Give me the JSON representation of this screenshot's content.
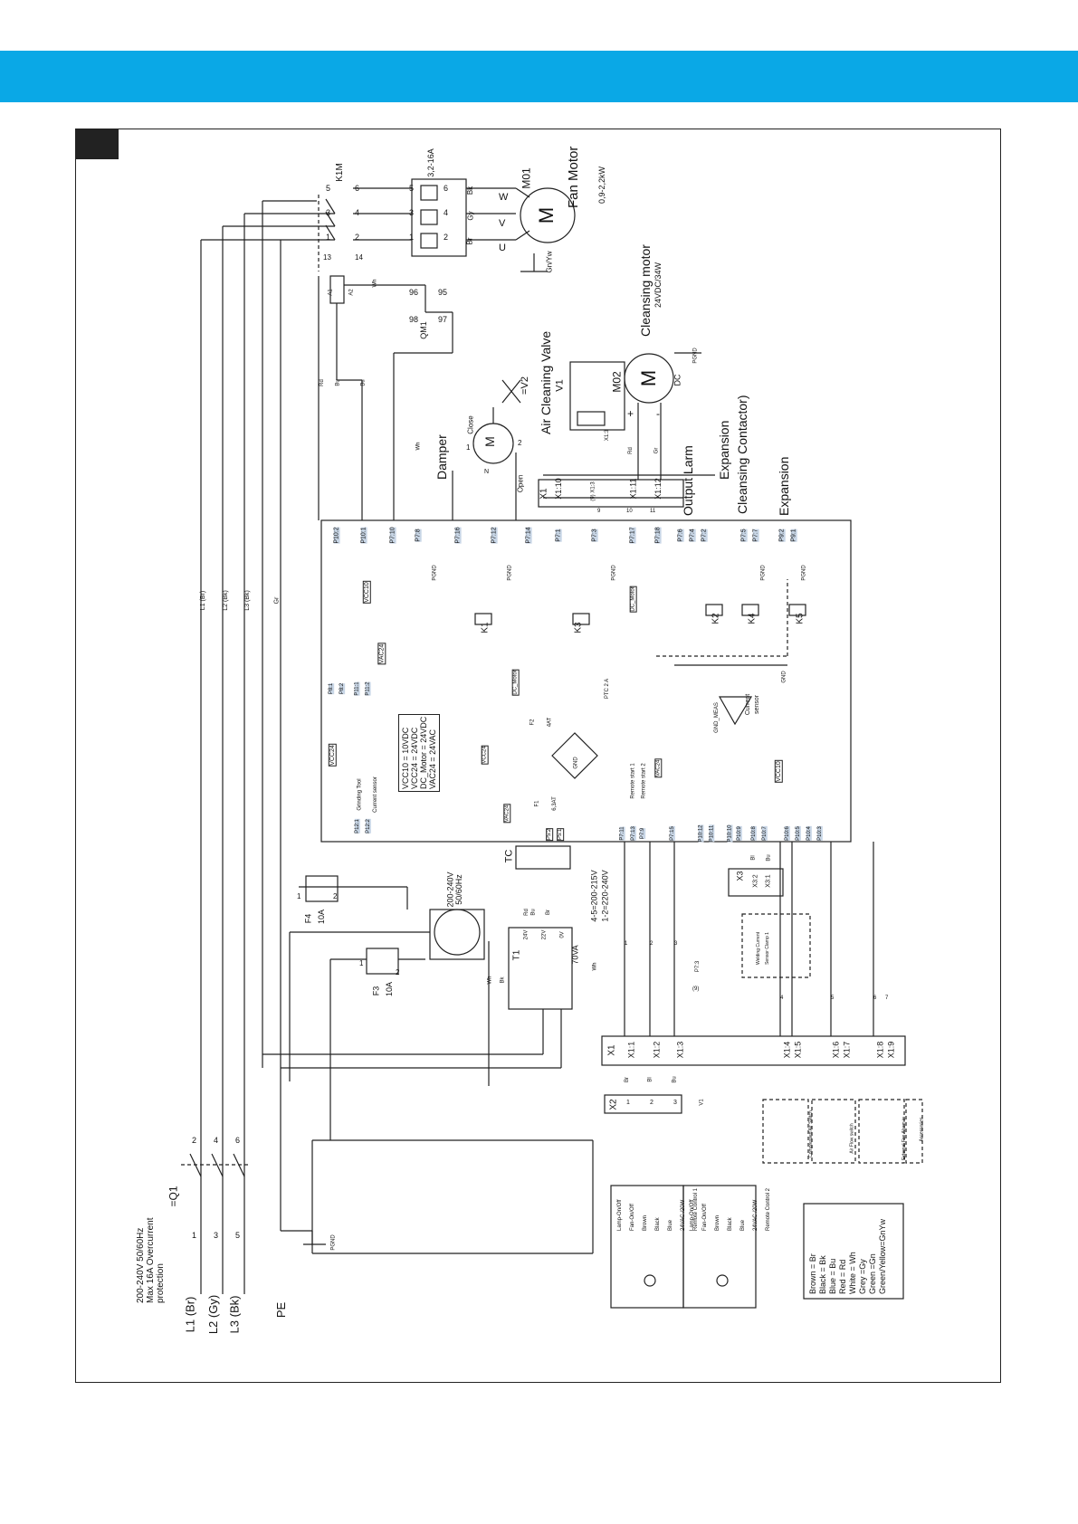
{
  "colors": {
    "banner": "#0aa8e6",
    "line": "#222222",
    "tag_fill": "#c8d6e6"
  },
  "supply": {
    "lines": [
      "200-240V 50/60Hz",
      "Max 16A Overcurrent",
      "protection"
    ],
    "breaker": "=Q1",
    "breaker_pins_top": [
      "1",
      "3",
      "5"
    ],
    "breaker_pins_bottom": [
      "2",
      "4",
      "6"
    ],
    "phases": [
      "L1 (Br)",
      "L2 (Gy)",
      "L3 (Bk)"
    ],
    "pe": "PE",
    "wire_tags": [
      "L1 (Br)",
      "L2 (Bk)",
      "L3 (Bk)",
      "Gr"
    ]
  },
  "contactor": {
    "name": "K1M",
    "pins": [
      "5",
      "6",
      "3",
      "4",
      "1",
      "2",
      "13",
      "14"
    ],
    "coil": [
      "A1",
      "A2"
    ],
    "aux_wire": "Wh"
  },
  "overload": {
    "name": "QM1",
    "rating": "3,2-16A",
    "pins_top": [
      "5",
      "3",
      "1"
    ],
    "pins_bottom": [
      "6",
      "4",
      "2"
    ],
    "aux_pins": [
      "98",
      "97",
      "96",
      "95"
    ]
  },
  "fan_motor": {
    "id": "M01",
    "label": "Fan Motor",
    "rating": "0,9-2,2kW",
    "terminals": [
      "U",
      "V",
      "W"
    ],
    "wire_colors": [
      "Br",
      "Gy",
      "Bk"
    ],
    "ground": "Gn/Yw"
  },
  "cleansing_motor": {
    "id": "M02",
    "label": "Cleansing motor",
    "rating": "24VDC/34W",
    "type": "DC",
    "plus": "+",
    "minus": "-",
    "ground": "PGND"
  },
  "valve": {
    "label": "Air Cleaning Valve",
    "id": "V1"
  },
  "damper": {
    "label": "Damper",
    "close": "Close",
    "open": "Open",
    "pins": [
      "1",
      "2",
      "N"
    ],
    "ref": "=V2"
  },
  "x1_upper": {
    "name": "X1",
    "terminals": [
      "X1:10",
      "X1:11",
      "X1:12"
    ],
    "notes": [
      "(9) X1:3",
      "9",
      "10",
      "11",
      "X1:3",
      "Rd",
      "Gr"
    ]
  },
  "right_labels": [
    "Output Larm",
    "Expansion",
    "Cleansing Contactor)",
    "Expansion"
  ],
  "controller_top_tags": [
    "P10:2",
    "P10:1",
    "P7:10",
    "P7:8",
    "P7:16",
    "P7:12",
    "P7:14",
    "P7:1",
    "P7:3",
    "P7:17",
    "P7:18"
  ],
  "controller_top_tags_2": [
    "P7:6",
    "P7:4",
    "P7:2",
    "P7:5",
    "P7:7",
    "P9:2",
    "P9:1"
  ],
  "wire_letters": [
    "Rd",
    "Bu",
    "Bu",
    "Wh"
  ],
  "relays": [
    "K1",
    "K3",
    "K2",
    "K4",
    "K5"
  ],
  "inner_tags": [
    "VCC10",
    "VAC24",
    "VCC24",
    "DC_Motor",
    "VCC24",
    "VAC24",
    "DC_Motor",
    "VCC10",
    "PGND",
    "PGND",
    "PGND",
    "PGND",
    "PGND",
    "GND",
    "GND"
  ],
  "p_tags": [
    "P8:1",
    "P8:2",
    "P11:1",
    "P11:2"
  ],
  "supply_notes": [
    "VCC10 = 10VDC",
    "VCC24 = 24VDC",
    "DC_Motor = 24VDC",
    "VAC24 = 24VAC"
  ],
  "fuses": {
    "f1": [
      "F1",
      "6,3AT"
    ],
    "f2": [
      "F2",
      "4AT"
    ],
    "ptc": "PTC 2 A"
  },
  "sense": [
    "GND_MEAS",
    "Current",
    "sensor"
  ],
  "grinding": [
    "P12:1",
    "P12:2",
    "Grinding Tool",
    "Current sensor"
  ],
  "bottom_tags": [
    "P5:2",
    "P5:1",
    "P7:11",
    "P7:13",
    "P7:9",
    "P7:15",
    "P10:12",
    "P10:11",
    "P10:10",
    "P10:9",
    "P10:8",
    "P10:7",
    "P10:6",
    "P10:5",
    "P10:4",
    "P10:3"
  ],
  "remote": [
    "Remote start 1",
    "Remote start 2",
    "VAC24"
  ],
  "x3": {
    "name": "X3",
    "terminals": [
      "X3:2",
      "X3:1"
    ],
    "wires": [
      "Bl",
      "Bu"
    ],
    "box": [
      "Welding Current",
      "Sensor Clamp 1"
    ]
  },
  "tc": {
    "name": "TC",
    "ranges": [
      "4-5=200-215V",
      "1-2=220-240V"
    ]
  },
  "socket": [
    "200-240V",
    "50/60Hz"
  ],
  "f4": [
    "F4",
    "10A",
    "1",
    "2"
  ],
  "f3": [
    "F3",
    "10A",
    "1",
    "2"
  ],
  "t1": {
    "name": "T1",
    "taps": [
      "24V",
      "22V",
      "0V"
    ],
    "rating": "70VA"
  },
  "x1_lower": {
    "name": "X1",
    "terminals": [
      "X1:1",
      "X1:2",
      "X1:3",
      "X1:4",
      "X1:5",
      "X1:6",
      "X1:7",
      "X1:8",
      "X1:9"
    ]
  },
  "x2": {
    "name": "X2",
    "terminals": [
      "1",
      "2",
      "3"
    ],
    "wires": [
      "Br",
      "Bl",
      "Bu"
    ],
    "ref": "V1"
  },
  "accessories": [
    "Compressed Air Switch",
    "Air Flow switch",
    "External Fire Alarm in",
    "Accessories"
  ],
  "remote_boxes": {
    "box1": [
      "Lamp-On/Off",
      "Fan-On/Off",
      "Brown",
      "Black",
      "Blue",
      "24VAC /20W",
      "Remote Control 1"
    ],
    "box2": [
      "Lamp-On/Off",
      "Fan-On/Off",
      "Brown",
      "Black",
      "Blue",
      "24VAC /20W",
      "Remote Control 2"
    ]
  },
  "pgnd_bottom": "PGND",
  "legend": [
    "Brown = Br",
    "Black = Bk",
    "Blue = Bu",
    "Red = Rd",
    "White = Wh",
    "Grey =Gy",
    "Green =Gn",
    "Green/Yellow=GnYw"
  ],
  "wire_nums": [
    "1",
    "2",
    "3",
    "4",
    "5",
    "6",
    "7",
    "(9)",
    "P7:3",
    "Wh",
    "Bk",
    "Rd",
    "Bu",
    "Br",
    "Wh"
  ]
}
